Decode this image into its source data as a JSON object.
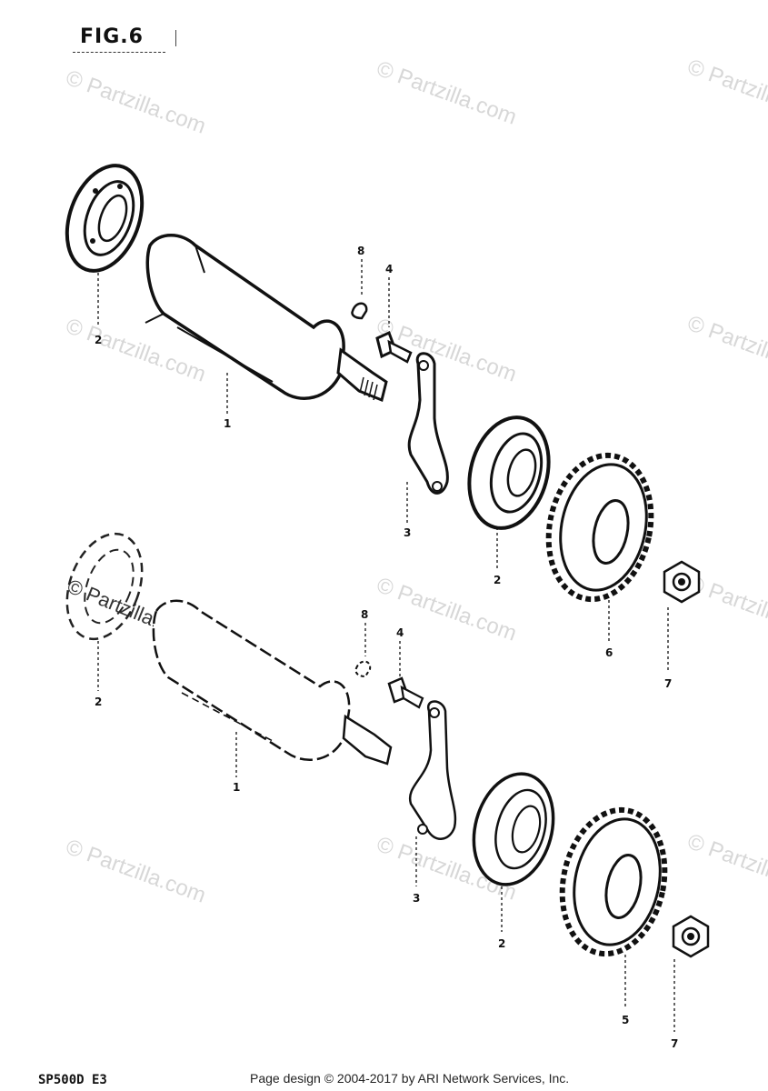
{
  "figure": {
    "title": "FIG.6"
  },
  "model_code": "SP500D E3",
  "footer": {
    "copyright": "Page design © 2004-2017 by ARI Network Services, Inc."
  },
  "watermark": {
    "text": "© Partzilla.com"
  },
  "callouts": {
    "upper": [
      "2",
      "1",
      "8",
      "4",
      "3",
      "2",
      "6",
      "7"
    ],
    "lower": [
      "2",
      "1",
      "8",
      "4",
      "3",
      "2",
      "5",
      "7"
    ]
  }
}
